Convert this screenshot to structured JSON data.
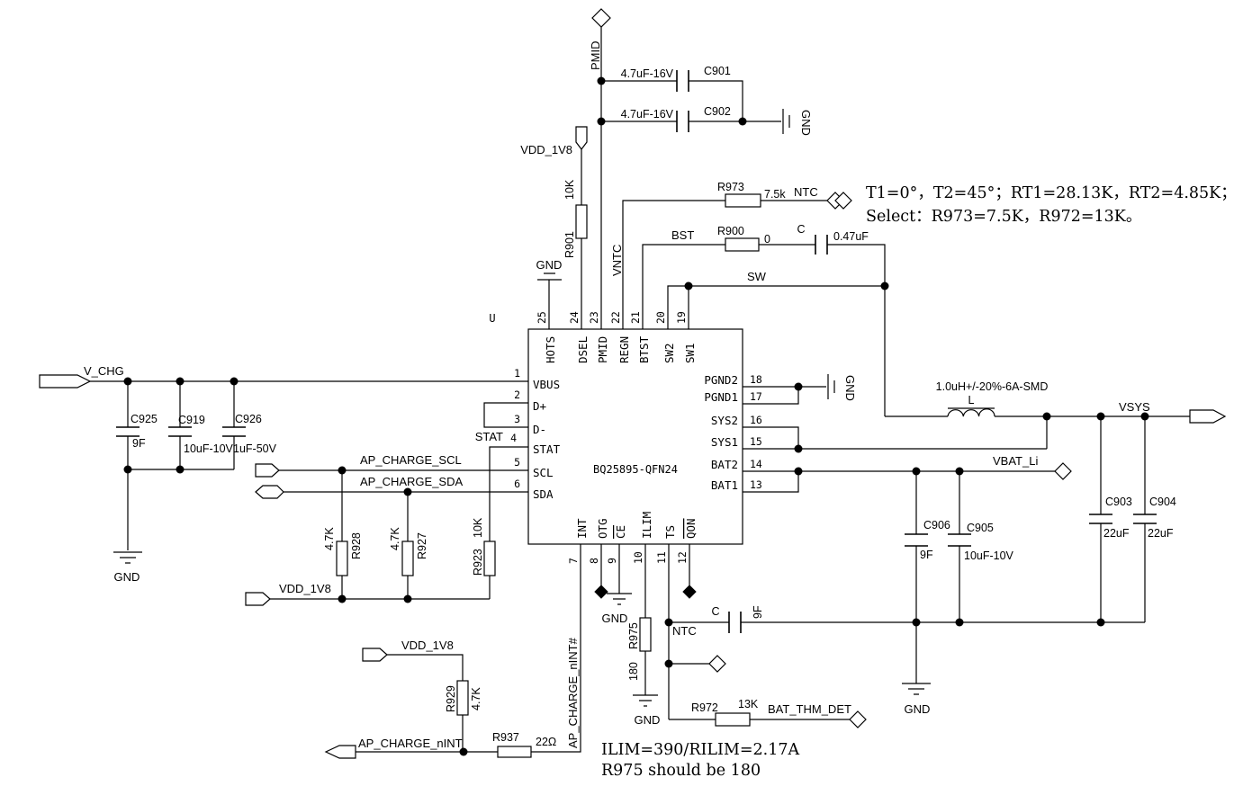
{
  "ic": {
    "designator": "U",
    "part": "BQ25895-QFN24",
    "pins_top": [
      {
        "num": "25",
        "name": "HOTS"
      },
      {
        "num": "24",
        "name": "DSEL"
      },
      {
        "num": "23",
        "name": "PMID"
      },
      {
        "num": "22",
        "name": "REGN"
      },
      {
        "num": "21",
        "name": "BTST"
      },
      {
        "num": "20",
        "name": "SW2"
      },
      {
        "num": "19",
        "name": "SW1"
      }
    ],
    "pins_left": [
      {
        "num": "1",
        "name": "VBUS"
      },
      {
        "num": "2",
        "name": "D+"
      },
      {
        "num": "3",
        "name": "D-"
      },
      {
        "num": "4",
        "name": "STAT"
      },
      {
        "num": "5",
        "name": "SCL"
      },
      {
        "num": "6",
        "name": "SDA"
      }
    ],
    "pins_right": [
      {
        "num": "18",
        "name": "PGND2"
      },
      {
        "num": "17",
        "name": "PGND1"
      },
      {
        "num": "16",
        "name": "SYS2"
      },
      {
        "num": "15",
        "name": "SYS1"
      },
      {
        "num": "14",
        "name": "BAT2"
      },
      {
        "num": "13",
        "name": "BAT1"
      }
    ],
    "pins_bottom": [
      {
        "num": "7",
        "name": "INT"
      },
      {
        "num": "8",
        "name": "OTG"
      },
      {
        "num": "9",
        "name": "CE"
      },
      {
        "num": "10",
        "name": "ILIM"
      },
      {
        "num": "11",
        "name": "TS"
      },
      {
        "num": "12",
        "name": "QON"
      }
    ]
  },
  "components": {
    "c901": {
      "ref": "C901",
      "value": "4.7uF-16V"
    },
    "c902": {
      "ref": "C902",
      "value": "4.7uF-16V"
    },
    "r901": {
      "ref": "R901",
      "value": "10K"
    },
    "r973": {
      "ref": "R973",
      "value": "7.5k"
    },
    "r900": {
      "ref": "R900",
      "value": "0"
    },
    "c_bst": {
      "ref": "C",
      "value": "0.47uF"
    },
    "c925": {
      "ref": "C925",
      "value": "9F"
    },
    "c919": {
      "ref": "C919",
      "value": "10uF-10V"
    },
    "c926": {
      "ref": "C926",
      "value": "1uF-50V"
    },
    "r928": {
      "ref": "R928",
      "value": "4.7K"
    },
    "r927": {
      "ref": "R927",
      "value": "4.7K"
    },
    "r923": {
      "ref": "R923",
      "value": "10K"
    },
    "r929": {
      "ref": "R929",
      "value": "4.7K"
    },
    "r937": {
      "ref": "R937",
      "value": "22Ω"
    },
    "r975": {
      "ref": "R975",
      "value": "180"
    },
    "c_ts": {
      "ref": "C",
      "value": "9F"
    },
    "r972": {
      "ref": "R972",
      "value": "13K"
    },
    "l1": {
      "ref": "L",
      "value": "1.0uH+/-20%-6A-SMD"
    },
    "c906": {
      "ref": "C906",
      "value": "9F"
    },
    "c905": {
      "ref": "C905",
      "value": "10uF-10V"
    },
    "c903": {
      "ref": "C903",
      "value": "22uF"
    },
    "c904": {
      "ref": "C904",
      "value": "22uF"
    }
  },
  "nets": {
    "v_chg": "V_CHG",
    "pmid": "PMID",
    "vdd_1v8": "VDD_1V8",
    "gnd": "GND",
    "vntc": "VNTC",
    "ntc": "NTC",
    "bst": "BST",
    "sw": "SW",
    "stat": "STAT",
    "scl": "AP_CHARGE_SCL",
    "sda": "AP_CHARGE_SDA",
    "nint": "AP_CHARGE_nINT",
    "nint_n": "AP_CHARGE_nINT#",
    "vbat_li": "VBAT_Li",
    "vsys": "VSYS",
    "bat_thm_det": "BAT_THM_DET"
  },
  "notes": {
    "right_line1": "T1=0°，T2=45°；RT1=28.13K，RT2=4.85K；",
    "right_line2": "Select：R973=7.5K，R972=13K。",
    "bottom_line1": "ILIM=390/RILIM=2.17A",
    "bottom_line2": "R975 should be 180"
  }
}
